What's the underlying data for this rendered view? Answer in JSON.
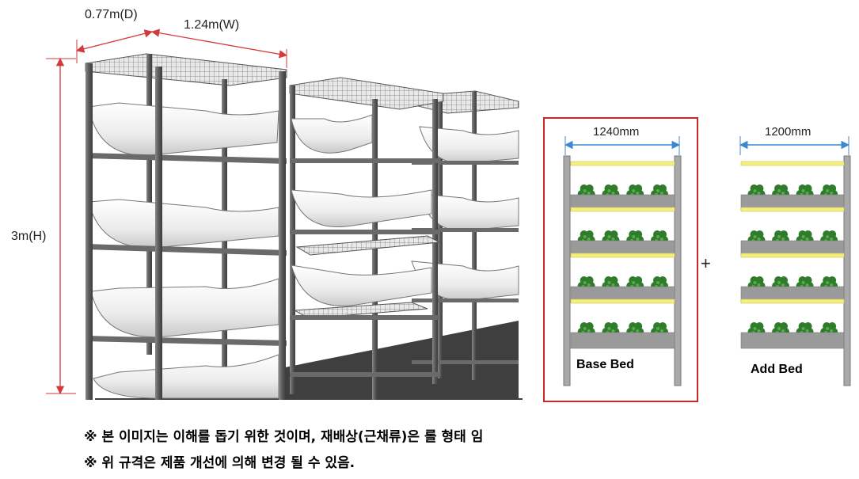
{
  "rack": {
    "depth_label": "0.77m(D)",
    "width_label": "1.24m(W)",
    "height_label": "3m(H)"
  },
  "base_bed": {
    "width_label": "1240mm",
    "label": "Base Bed",
    "tiers": 4
  },
  "add_bed": {
    "width_label": "1200mm",
    "label": "Add Bed",
    "tiers": 4
  },
  "plus_sign": "+",
  "notes": [
    "※ 본 이미지는 이해를 돕기 위한 것이며, 재배상(근채류)은 롤 형태 임",
    "※ 위 규격은 제품 개선에 의해 변경 될 수 있음."
  ],
  "colors": {
    "frame": "#5c5c5c",
    "trough": "#f2f2f2",
    "floor": "#3f3f3f",
    "dimension_red": "#d43a3a",
    "dimension_blue": "#3f88d0",
    "grow_light": "#f4f07a",
    "bed_tray": "#9a9a9a",
    "plant": "#2f7d2b",
    "highlight_box": "#c8282a"
  }
}
